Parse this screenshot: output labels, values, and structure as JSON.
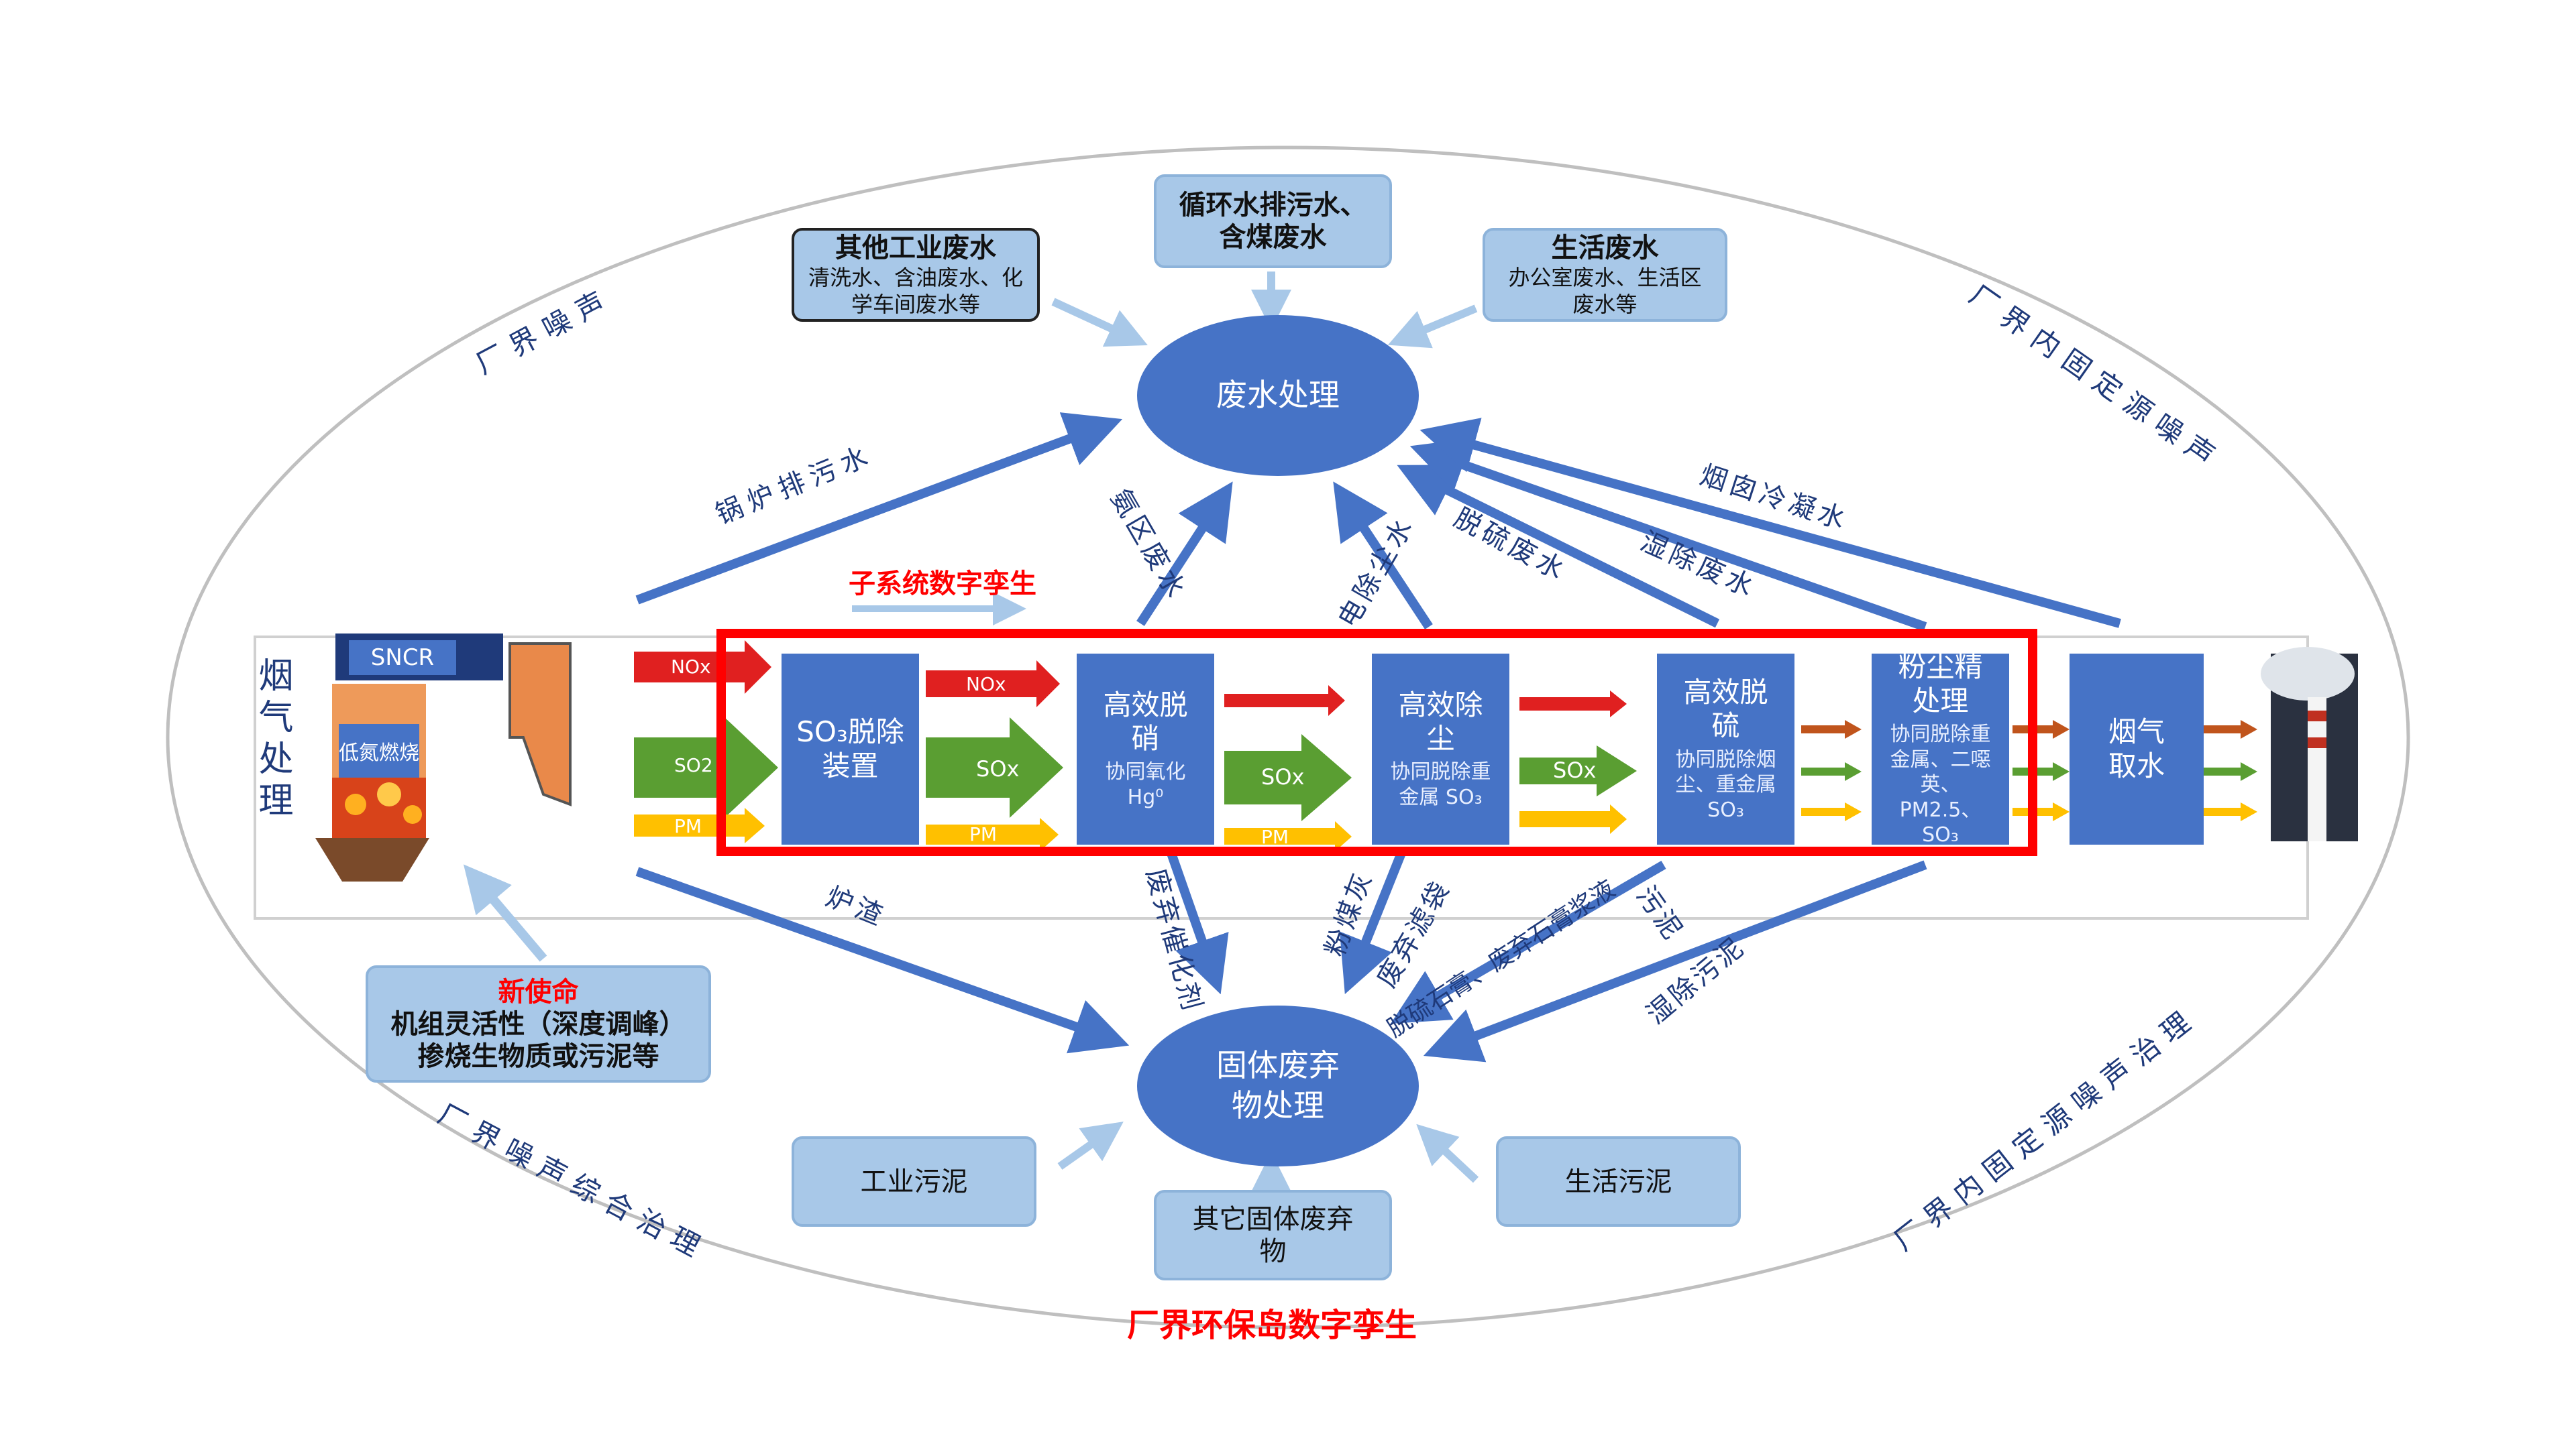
{
  "caption": "厂界环保岛数字孪生",
  "subsystem_label": "子系统数字孪生",
  "flue_gas_label": "烟气处理",
  "sncr": "SNCR",
  "low_nox": "低氮燃烧",
  "stream_labels": {
    "nox": "NOx",
    "so2": "SO2",
    "sox": "SOx",
    "pm": "PM"
  },
  "process_blocks": [
    {
      "main": "SO₃脱除装置",
      "sub": ""
    },
    {
      "main": "高效脱硝",
      "sub": "协同氧化Hg⁰"
    },
    {
      "main": "高效除尘",
      "sub": "协同脱除重金属 SO₃"
    },
    {
      "main": "高效脱硫",
      "sub": "协同脱除烟尘、重金属 SO₃"
    },
    {
      "main": "粉尘精处理",
      "sub": "协同脱除重金属、二噁英、PM2.5、SO₃"
    },
    {
      "main": "烟气取水",
      "sub": ""
    }
  ],
  "wastewater_oval": "废水处理",
  "solid_oval": "固体废弃物处理",
  "top_sources": [
    {
      "title": "其他工业废水",
      "sub": "清洗水、含油废水、化学车间废水等"
    },
    {
      "title": "循环水排污水、含煤废水",
      "sub": ""
    },
    {
      "title": "生活废水",
      "sub": "办公室废水、生活区废水等"
    }
  ],
  "bottom_sources": [
    {
      "title": "工业污泥"
    },
    {
      "title": "其它固体废弃物"
    },
    {
      "title": "生活污泥"
    }
  ],
  "new_mission": {
    "title": "新使命",
    "line1": "机组灵活性（深度调峰）",
    "line2": "掺烧生物质或污泥等"
  },
  "noise_labels": {
    "top_left": "厂界噪声",
    "top_right": "厂界内固定源噪声",
    "bottom_left": "厂界噪声综合治理",
    "bottom_right": "厂界内固定源噪声治理"
  },
  "flow_labels": {
    "boiler_blowdown": "锅炉排污水",
    "ammonia_wastewater": "氨区废水",
    "precipitator_water": "电除尘水",
    "desulf_wastewater": "脱硫废水",
    "wet_dust_wastewater": "湿除废水",
    "flue_condensate": "烟囱冷凝水",
    "slag": "炉渣",
    "spent_catalyst": "废弃催化剂",
    "fly_ash": "粉煤灰",
    "spent_filter_bag": "废弃滤袋",
    "gypsum": "脱硫石膏、废弃石膏浆液",
    "sludge": "污泥",
    "wet_sludge": "湿除污泥"
  },
  "colors": {
    "blue": "#4673c6",
    "light_blue": "#a8c8e8",
    "red": "#ff0000",
    "green": "#5a9e32",
    "orange": "#ffc000",
    "nox_red": "#e02020"
  }
}
